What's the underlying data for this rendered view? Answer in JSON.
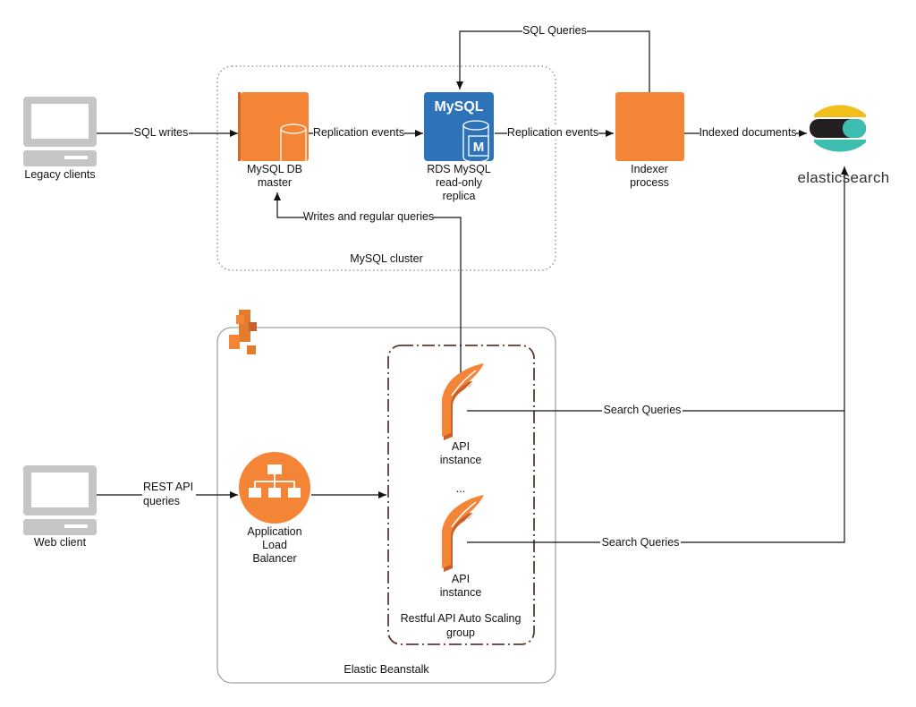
{
  "nodes": {
    "legacy_clients": "Legacy clients",
    "web_client": "Web client",
    "mysql_master": [
      "MySQL DB",
      "master"
    ],
    "rds_replica": [
      "RDS MySQL",
      "read-only",
      "replica"
    ],
    "rds_logo": "MySQL",
    "rds_badge": "M",
    "indexer": [
      "Indexer",
      "process"
    ],
    "elasticsearch": "elasticsearch",
    "load_balancer": [
      "Application",
      "Load",
      "Balancer"
    ],
    "api_instance_1": [
      "API",
      "instance"
    ],
    "api_instance_2": [
      "API",
      "instance"
    ],
    "api_ellipsis": "..."
  },
  "groups": {
    "mysql_cluster": "MySQL cluster",
    "elastic_beanstalk": "Elastic Beanstalk",
    "autoscaling": [
      "Restful API Auto Scaling",
      "group"
    ]
  },
  "edges": {
    "sql_writes": "SQL writes",
    "replication_1": "Replication events",
    "replication_2": "Replication events",
    "indexed_documents": "Indexed documents",
    "sql_queries": "SQL Queries",
    "writes_regular": "Writes and regular queries",
    "rest_api": [
      "REST API",
      "queries"
    ],
    "search_queries_1": "Search Queries",
    "search_queries_2": "Search Queries"
  },
  "colors": {
    "aws_orange": "#f58536",
    "rds_blue": "#2e73b8",
    "es_yellow": "#f0bf1a",
    "es_teal": "#3ebeb0",
    "es_black": "#231f20",
    "monitor_gray": "#c5c5c5"
  }
}
